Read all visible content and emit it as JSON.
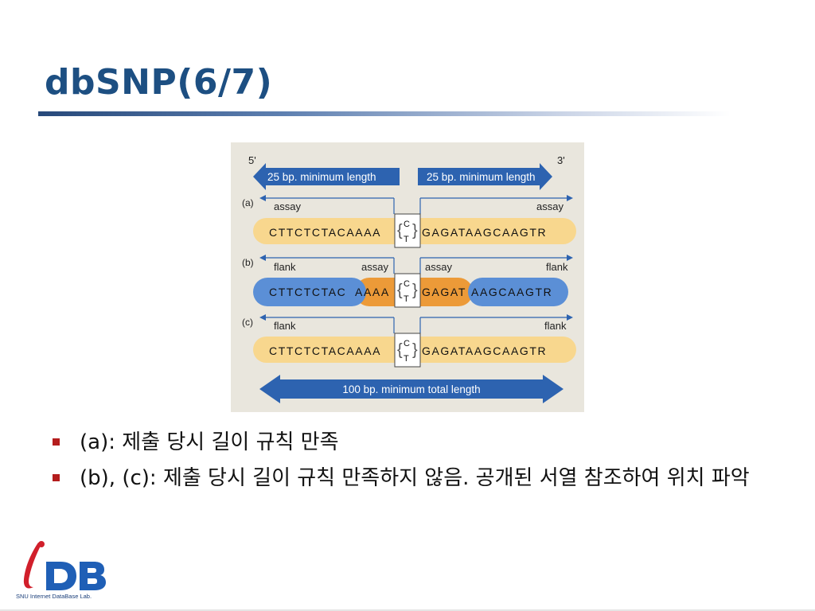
{
  "slide": {
    "title": "dbSNP(6/7)"
  },
  "figure": {
    "end5": "5'",
    "end3": "3'",
    "min25_left": "25 bp. minimum length",
    "min25_right": "25 bp. minimum length",
    "panels": [
      {
        "id": "(a)",
        "label_left": "assay",
        "label_right": "assay",
        "seq_left": "CTTCTCTACAAAA",
        "seq_right": "GAGATAAGCAAGTR"
      },
      {
        "id": "(b)",
        "label_left": "flank",
        "label_mid_left": "assay",
        "label_mid_right": "assay",
        "label_right": "flank",
        "seq_left_flank": "CTTCTCTAC",
        "seq_left_assay": "AAAA",
        "seq_right_assay": "GAGAT",
        "seq_right_flank": "AAGCAAGTR"
      },
      {
        "id": "(c)",
        "label_left": "flank",
        "label_right": "flank",
        "seq_left": "CTTCTCTACAAAA",
        "seq_right": "GAGATAAGCAAGTR"
      }
    ],
    "allele_top": "C",
    "allele_bottom": "T",
    "total_length": "100 bp. minimum total length",
    "colors": {
      "background": "#e9e6dd",
      "arrow_blue": "#2d63b0",
      "yellow_pill": "#f8d78e",
      "blue_pill": "#5b8fd6",
      "orange_pill": "#ec9a38"
    }
  },
  "bullets": [
    {
      "label": "(a):",
      "text": "제출 당시 길이 규칙 만족"
    },
    {
      "label": "(b), (c):",
      "text": "제출 당시 길이 규칙 만족하지 않음. 공개된 서열 참조하여 위치 파악"
    }
  ],
  "logo": {
    "mark": "iDB",
    "caption": "SNU Internet DataBase Lab."
  }
}
